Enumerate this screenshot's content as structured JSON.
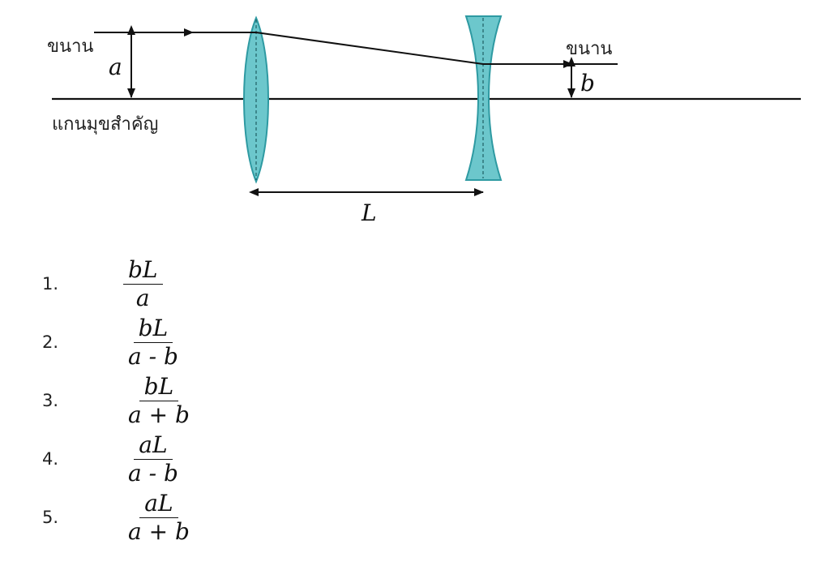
{
  "diagram": {
    "label_parallel_in": "ขนาน",
    "label_parallel_out": "ขนาน",
    "label_axis": "แกนมุขสำคัญ",
    "label_a": "a",
    "label_b": "b",
    "label_L": "L",
    "colors": {
      "lens_fill": "#6cc7cc",
      "lens_stroke": "#2e9aa2",
      "line": "#111111"
    }
  },
  "choices": [
    {
      "number": "1.",
      "numerator": "bL",
      "denominator": "a"
    },
    {
      "number": "2.",
      "numerator": "bL",
      "denominator": "a - b"
    },
    {
      "number": "3.",
      "numerator": "bL",
      "denominator": "a + b"
    },
    {
      "number": "4.",
      "numerator": "aL",
      "denominator": "a - b"
    },
    {
      "number": "5.",
      "numerator": "aL",
      "denominator": "a + b"
    }
  ]
}
